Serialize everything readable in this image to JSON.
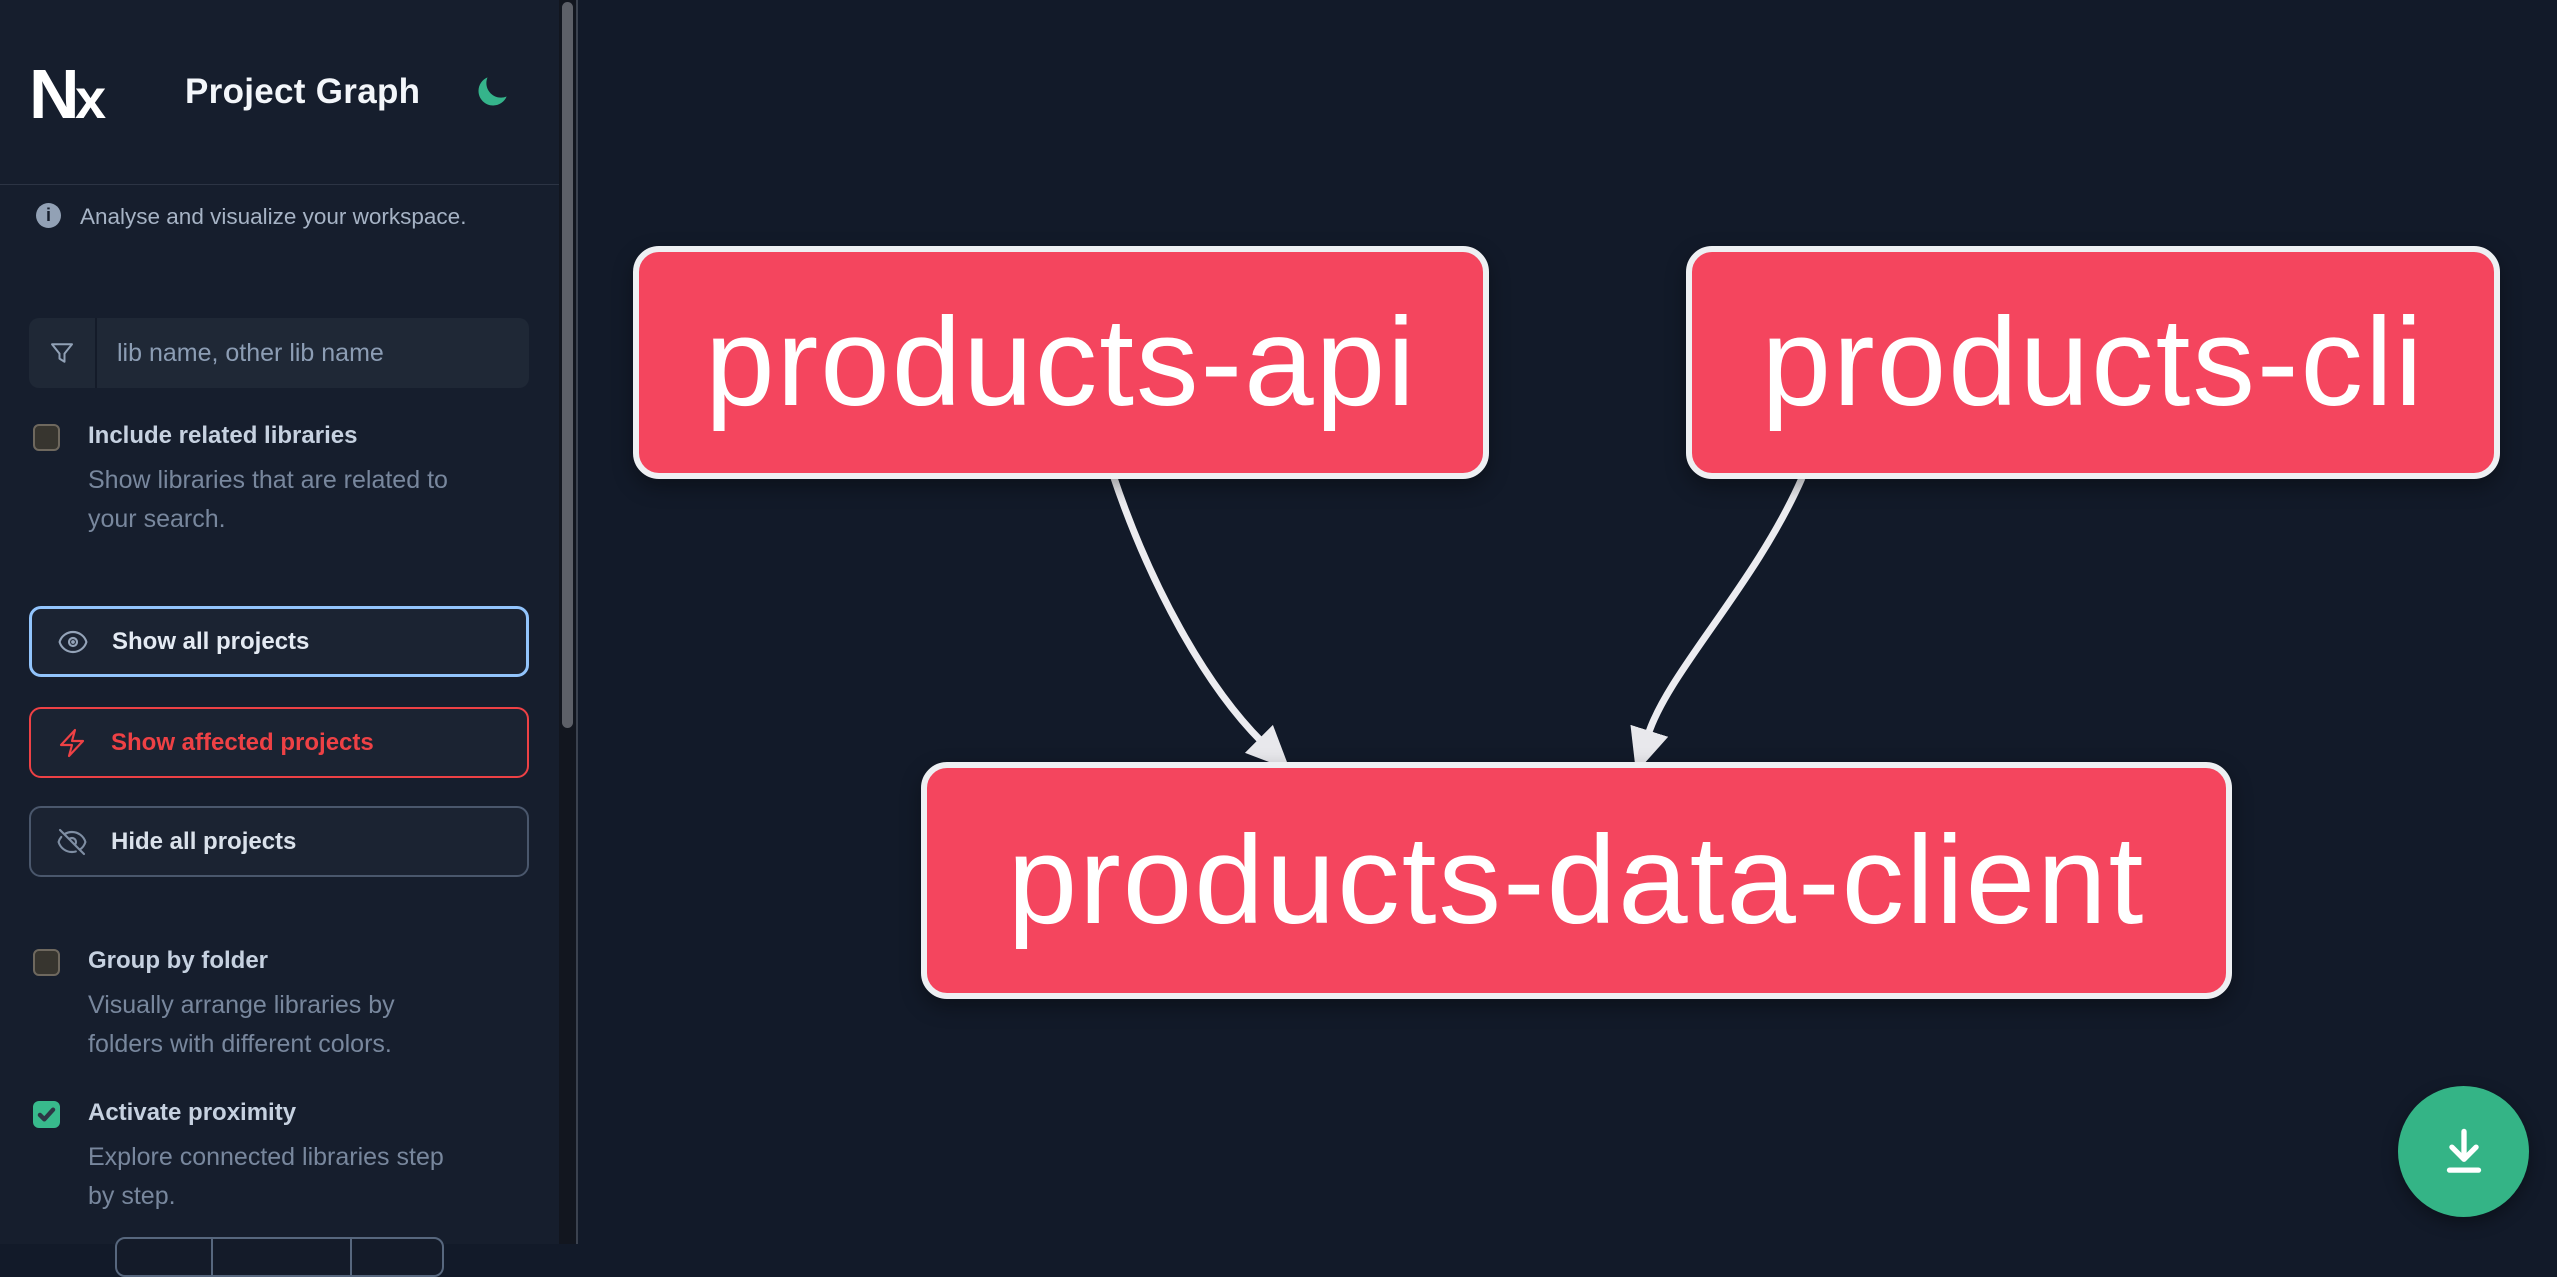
{
  "header": {
    "logo_n": "N",
    "logo_x": "x",
    "title": "Project Graph"
  },
  "info_banner": {
    "text": "Analyse and visualize your workspace."
  },
  "search": {
    "placeholder": "lib name, other lib name",
    "value": ""
  },
  "toggles": [
    {
      "label": "Include related libraries",
      "description": "Show libraries that are related to your search.",
      "checked": false
    },
    {
      "label": "Group by folder",
      "description": "Visually arrange libraries by folders with different colors.",
      "checked": false
    },
    {
      "label": "Activate proximity",
      "description": "Explore connected libraries step by step.",
      "checked": true
    }
  ],
  "actions": [
    {
      "label": "Show all projects",
      "icon": "eye-icon",
      "state": "focused"
    },
    {
      "label": "Show affected projects",
      "icon": "bolt-icon",
      "state": "affected"
    },
    {
      "label": "Hide all projects",
      "icon": "eye-slash-icon",
      "state": "default"
    }
  ],
  "graph": {
    "nodes": [
      {
        "id": "products-api",
        "label": "products-api"
      },
      {
        "id": "products-cli",
        "label": "products-cli"
      },
      {
        "id": "products-data-client",
        "label": "products-data-client"
      }
    ],
    "edges": [
      {
        "from": "products-api",
        "to": "products-data-client"
      },
      {
        "from": "products-cli",
        "to": "products-data-client"
      }
    ],
    "node_color": "#f4455e",
    "node_border_color": "#eef0f3",
    "edge_color": "#ececf0"
  },
  "fab": {
    "icon": "download-icon",
    "color": "#34b486"
  },
  "colors": {
    "accent_green": "#34b486",
    "focus_blue": "#92c4fc",
    "affected_red": "#ee4145",
    "canvas_bg": "#121a29",
    "sidebar_bg": "#161e2d"
  }
}
